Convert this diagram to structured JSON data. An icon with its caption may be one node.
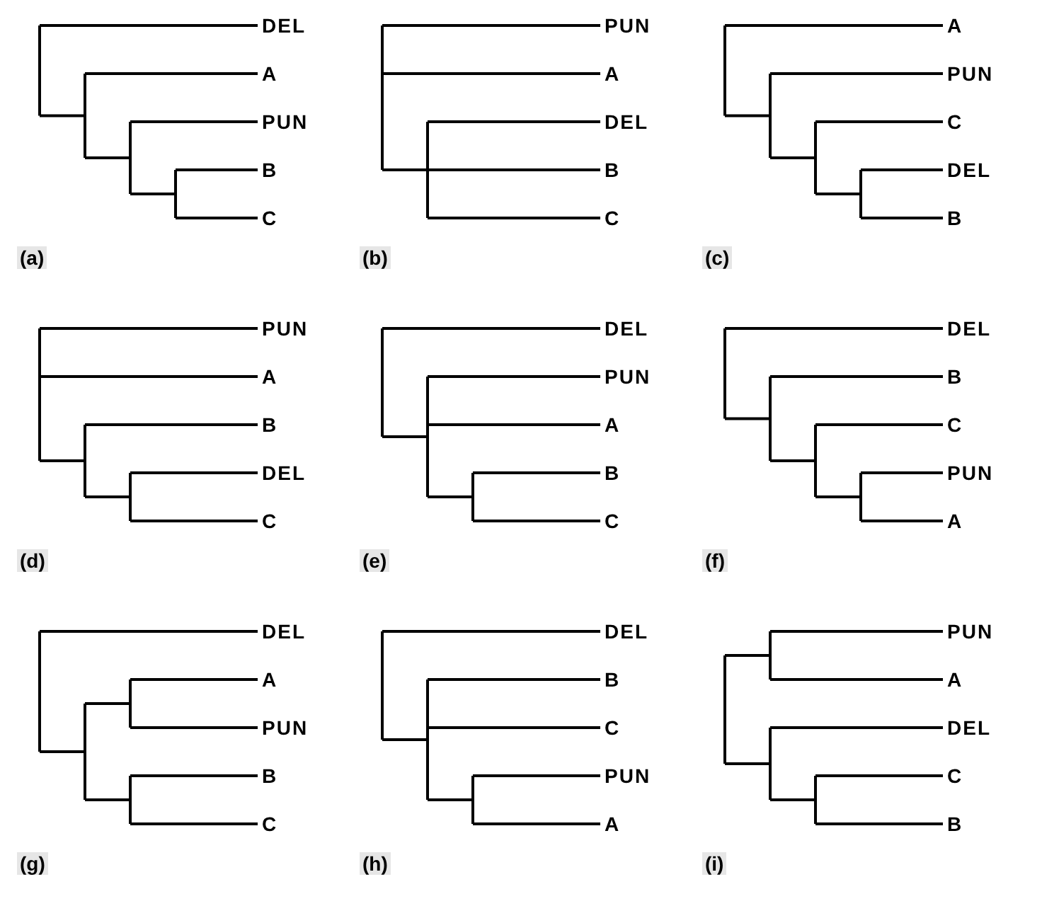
{
  "diagram": {
    "labels": [
      "DEL",
      "A",
      "PUN",
      "B",
      "C",
      "(a)",
      "PUN",
      "A",
      "DEL",
      "B",
      "C",
      "(b)",
      "A",
      "PUN",
      "C",
      "DEL",
      "B",
      "(c)",
      "PUN",
      "A",
      "B",
      "DEL",
      "C",
      "(d)",
      "DEL",
      "PUN",
      "A",
      "B",
      "C",
      "(e)",
      "DEL",
      "B",
      "C",
      "PUN",
      "A",
      "(f)",
      "DEL",
      "A",
      "PUN",
      "B",
      "C",
      "(g)",
      "DEL",
      "B",
      "C",
      "PUN",
      "A",
      "(h)",
      "PUN",
      "A",
      "DEL",
      "C",
      "B",
      "(i)"
    ]
  }
}
